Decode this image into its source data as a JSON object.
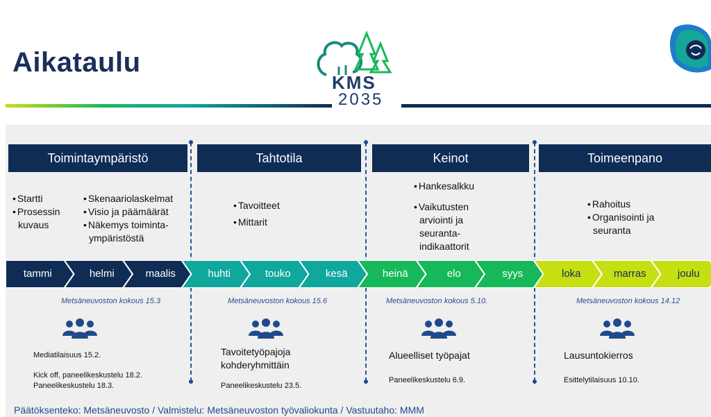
{
  "header": {
    "title": "Aikataulu",
    "logo": {
      "word": "KMS",
      "year": "2035"
    }
  },
  "phases": [
    {
      "title": "Toimintaympäristö"
    },
    {
      "title": "Tahtotila"
    },
    {
      "title": "Keinot"
    },
    {
      "title": "Toimeenpano"
    }
  ],
  "bullets": {
    "p1_left": [
      "Startti",
      "Prosessin",
      "kuvaus"
    ],
    "p1_right": [
      "Skenaariolaskelmat",
      "Visio ja päämäärät",
      "Näkemys toiminta-",
      "ympäristöstä"
    ],
    "p2": [
      "Tavoitteet",
      "Mittarit"
    ],
    "p3": [
      "Hankesalkku",
      "Vaikutusten",
      "arviointi ja",
      "seuranta-",
      "indikaattorit"
    ],
    "p4": [
      "Rahoitus",
      "Organisointi ja",
      "seuranta"
    ]
  },
  "months": [
    "tammi",
    "helmi",
    "maalis",
    "huhti",
    "touko",
    "kesä",
    "heinä",
    "elo",
    "syys",
    "loka",
    "marras",
    "joulu"
  ],
  "month_colors": [
    "#0f2c55",
    "#0f2c55",
    "#0f2c55",
    "#10a79c",
    "#10a79c",
    "#10a79c",
    "#17b85a",
    "#17b85a",
    "#17b85a",
    "#c6df12",
    "#c6df12",
    "#c6df12"
  ],
  "meetings": [
    "Metsäneuvoston kokous 15.3",
    "Metsäneuvoston kokous 15.6",
    "Metsäneuvoston kokous 5.10.",
    "Metsäneuvoston kokous 14.12"
  ],
  "events": {
    "p1": [
      "Mediatilaisuus 15.2.",
      "Kick off, paneelikeskustelu 18.2.",
      "Paneelikeskustelu 18.3."
    ],
    "p2_title": "Tavoitetyöpajoja",
    "p2_title2": "kohderyhmittäin",
    "p2_note": "Paneelikeskustelu 23.5.",
    "p3_title": "Alueelliset työpajat",
    "p3_note": "Paneelikeskustelu 6.9.",
    "p4_title": "Lausuntokierros",
    "p4_note": "Esittelytilaisuus 10.10."
  },
  "footer": "Päätöksenteko: Metsäneuvosto / Valmistelu: Metsäneuvoston työvaliokunta  / Vastuutaho: MMM",
  "colors": {
    "navy": "#0f2c55",
    "teal": "#10a79c",
    "green": "#17b85a",
    "lime": "#c6df12",
    "blue": "#1e4a8c"
  },
  "icons": [
    "kms-tree-logo-icon",
    "finland-crest-icon",
    "people-group-icon"
  ]
}
